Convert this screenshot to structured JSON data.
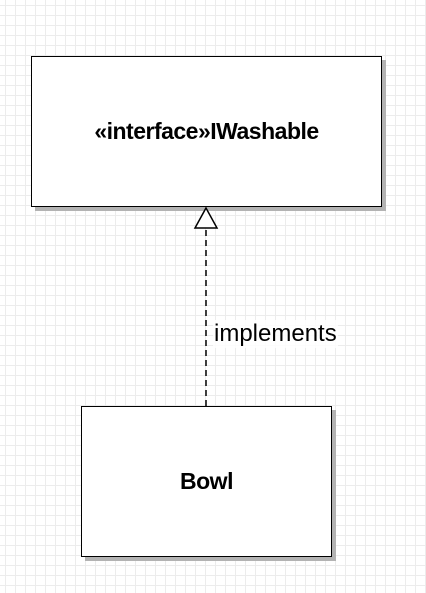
{
  "diagram": {
    "interface_box": {
      "label": "«interface»IWashable"
    },
    "class_box": {
      "label": "Bowl"
    },
    "relationship": {
      "label": "implements",
      "type": "realization"
    }
  }
}
